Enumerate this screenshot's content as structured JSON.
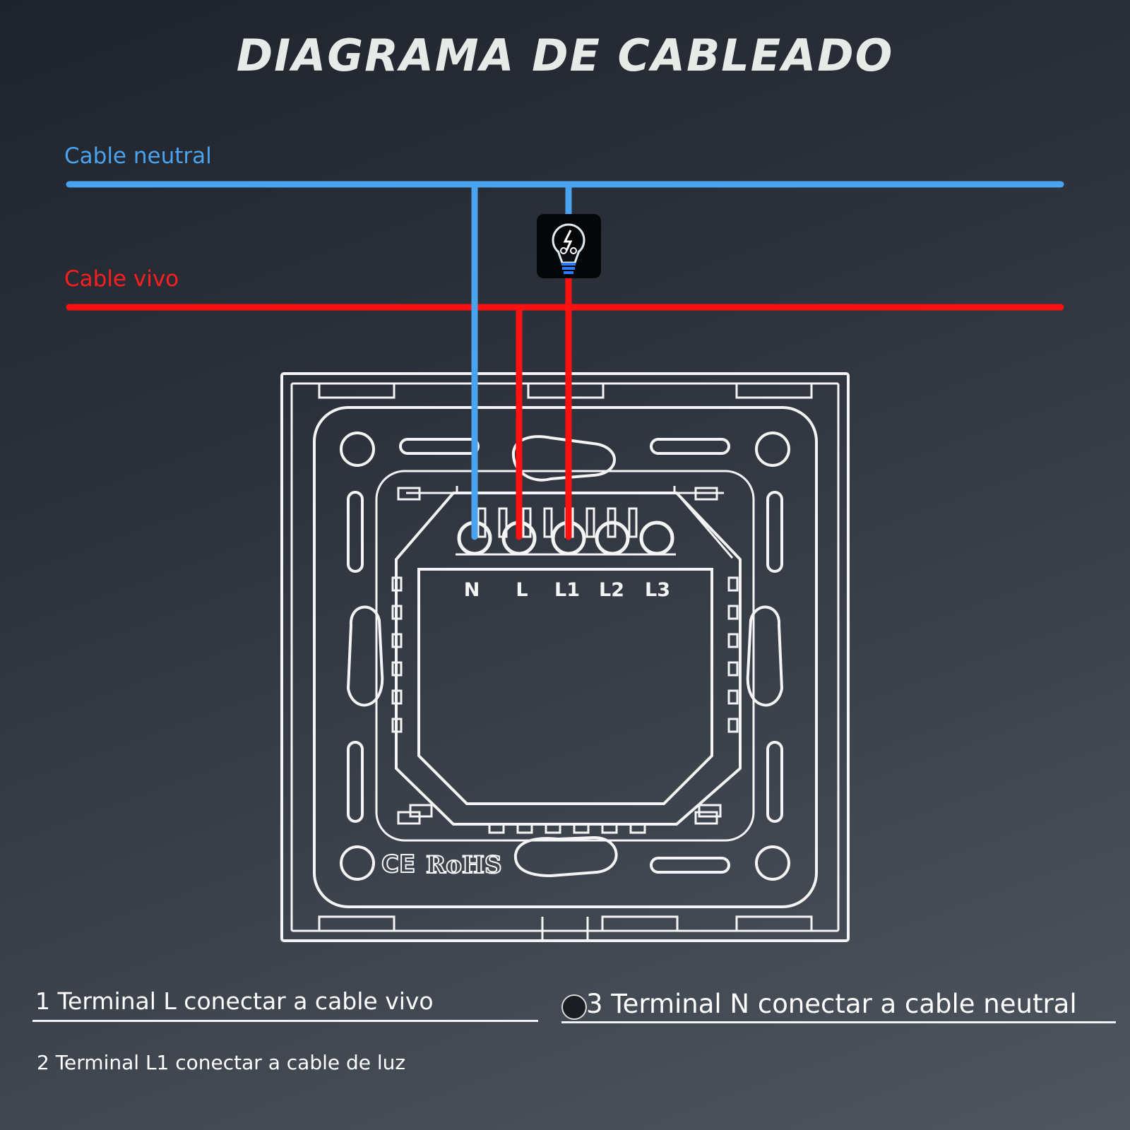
{
  "title": "DIAGRAMA DE CABLEADO",
  "wires": {
    "neutral_label": "Cable neutral",
    "live_label": "Cable vivo",
    "neutral_color": "#4aa3ef",
    "live_color": "#ff1111"
  },
  "lamp": {
    "icon": "light-bulb-icon"
  },
  "terminals": [
    "N",
    "L",
    "L1",
    "L2",
    "L3"
  ],
  "certification": {
    "ce": "CE",
    "rohs": "RoHS"
  },
  "notes": {
    "note1": "1 Terminal L conectar a cable vivo",
    "note2": "2 Terminal L1 conectar a cable de luz",
    "note3": "3 Terminal N conectar a cable neutral"
  }
}
